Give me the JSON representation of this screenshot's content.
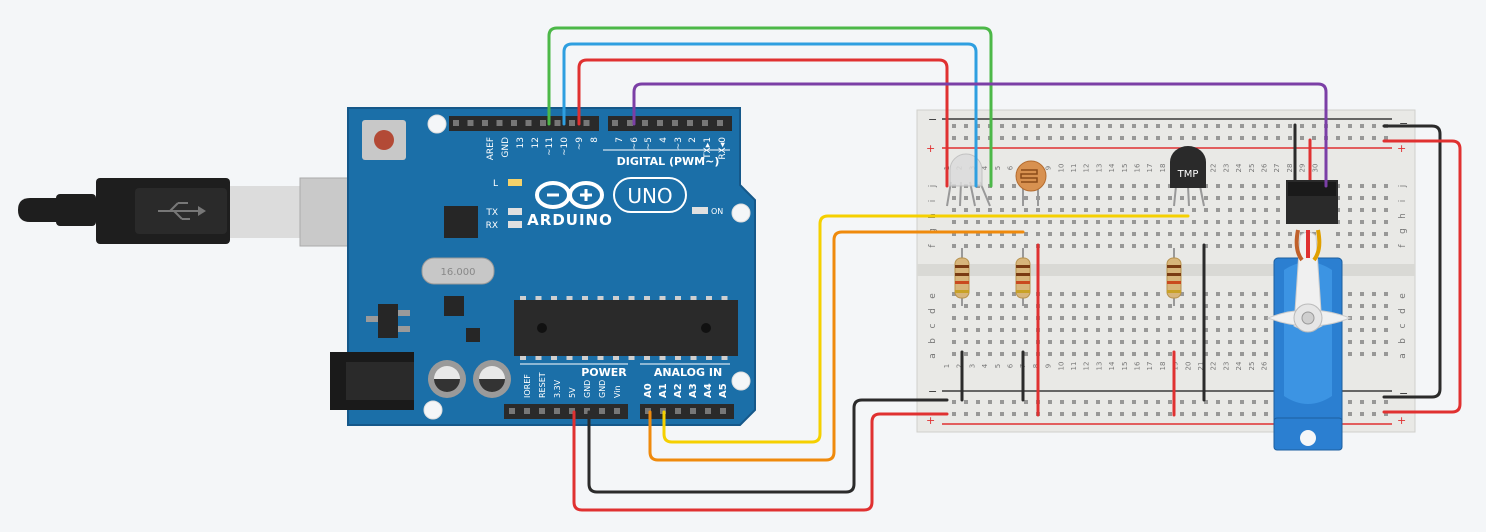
{
  "colors": {
    "background": "#f4f6f8",
    "board": "#1b6fa8",
    "board_edge": "#15588a",
    "wire_green": "#4cb848",
    "wire_blue": "#2e9fe0",
    "wire_red": "#e03131",
    "wire_purple": "#7b3fa6",
    "wire_yellow": "#f5d000",
    "wire_orange": "#ef8a0c",
    "wire_black": "#2b2b2b",
    "breadboard": "#e9e9e6",
    "rail_red": "#e03131",
    "rail_dark": "#3a3a3a",
    "servo": "#2b7fd1"
  },
  "arduino": {
    "brand": "ARDUINO",
    "model": "UNO",
    "digital_label": "DIGITAL (PWM~)",
    "power_label": "POWER",
    "analog_label": "ANALOG IN",
    "led_l": "L",
    "led_tx": "TX",
    "led_rx": "RX",
    "led_on": "ON",
    "digital_pins": [
      "AREF",
      "GND",
      "13",
      "12",
      "~11",
      "~10",
      "~9",
      "8",
      "7",
      "~6",
      "~5",
      "4",
      "~3",
      "2",
      "TX▸1",
      "RX◂0"
    ],
    "power_pins": [
      "IOREF",
      "RESET",
      "3.3V",
      "5V",
      "GND",
      "GND",
      "Vin"
    ],
    "analog_pins": [
      "A0",
      "A1",
      "A2",
      "A3",
      "A4",
      "A5"
    ],
    "usb_icon": "usb-icon",
    "crystal_label": "16.000"
  },
  "breadboard": {
    "row_letters_top": [
      "j",
      "i",
      "h",
      "g",
      "f"
    ],
    "row_letters_bottom": [
      "e",
      "d",
      "c",
      "b",
      "a"
    ],
    "columns": [
      "1",
      "2",
      "3",
      "4",
      "5",
      "6",
      "7",
      "8",
      "9",
      "10",
      "11",
      "12",
      "13",
      "14",
      "15",
      "16",
      "17",
      "18",
      "19",
      "20",
      "21",
      "22",
      "23",
      "24",
      "25",
      "26",
      "27",
      "28",
      "29",
      "30"
    ],
    "rail_minus": "−",
    "rail_plus": "+"
  },
  "components": {
    "temp_sensor_label": "TMP",
    "rgb_led": "rgb-led",
    "photoresistor": "photoresistor",
    "servo": "micro-servo",
    "resistors": 3
  }
}
